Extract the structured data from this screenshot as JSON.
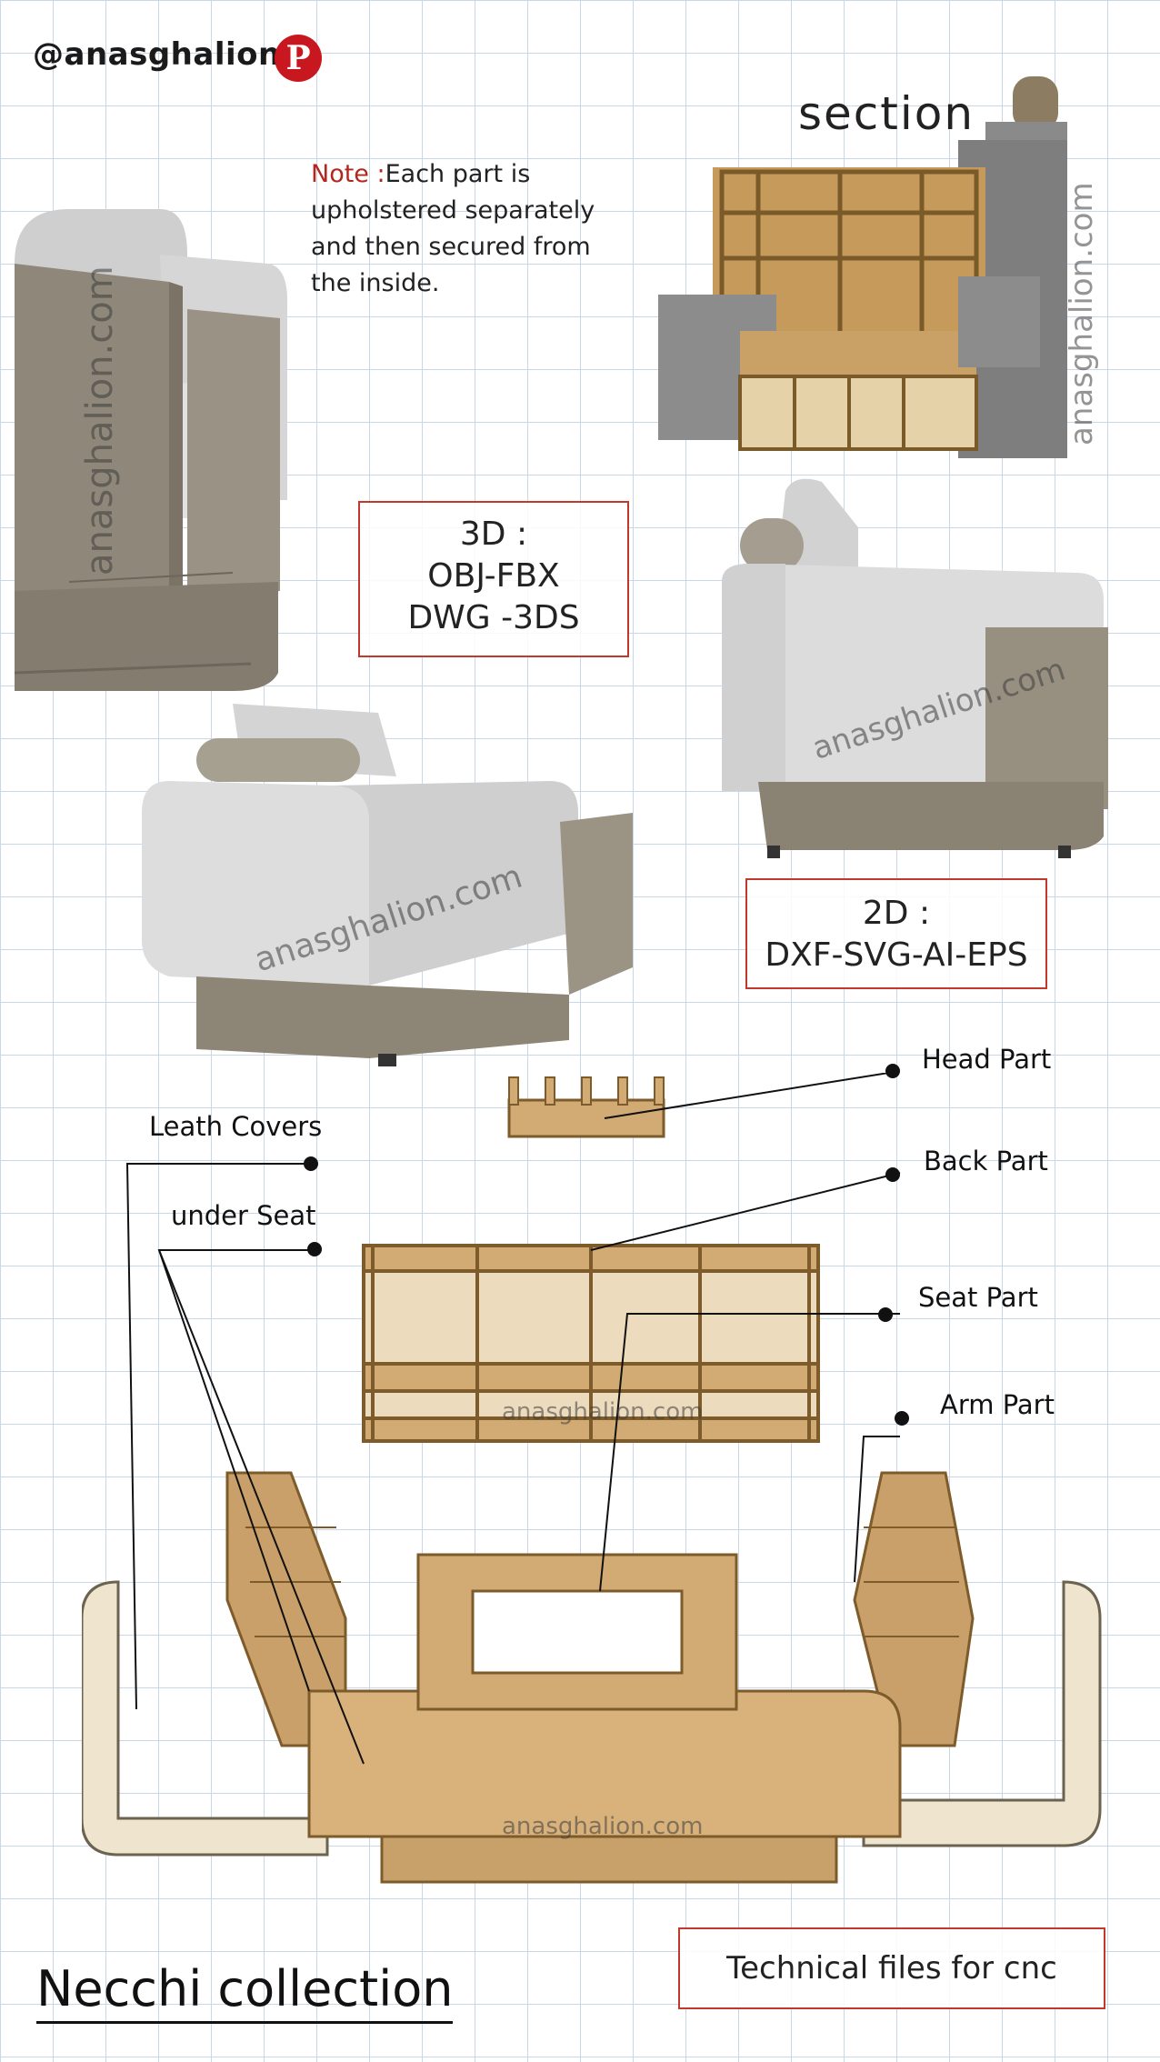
{
  "header": {
    "handle": "@anasghalion",
    "pinterest_icon": "pinterest-icon"
  },
  "section_title": "section",
  "note": {
    "prefix": "Note :",
    "text": "Each part is upholstered separately and then secured from the inside."
  },
  "format_3d": {
    "line1": "3D :",
    "line2": "OBJ-FBX",
    "line3": "DWG -3DS"
  },
  "format_2d": {
    "line1": "2D :",
    "line2": "DXF-SVG-AI-EPS"
  },
  "watermarks": {
    "w1": "anasghalion.com",
    "w2": "anasghalion.com",
    "w3": "anasghalion.com",
    "w4": "anasghalion.com",
    "w5": "anasghalion.com",
    "w6": "anasghalion.com"
  },
  "parts": {
    "head": "Head Part",
    "back": "Back Part",
    "seat": "Seat Part",
    "arm": "Arm Part",
    "leather": "Leath Covers",
    "under_seat": "under Seat"
  },
  "footer": {
    "collection": "Necchi collection",
    "cnc": "Technical files for cnc"
  },
  "colors": {
    "accent_red": "#c0392b",
    "wood": "#d4b07a",
    "fabric": "#d9d9d9",
    "leather": "#8a8375",
    "grid": "#c9d7e6"
  }
}
